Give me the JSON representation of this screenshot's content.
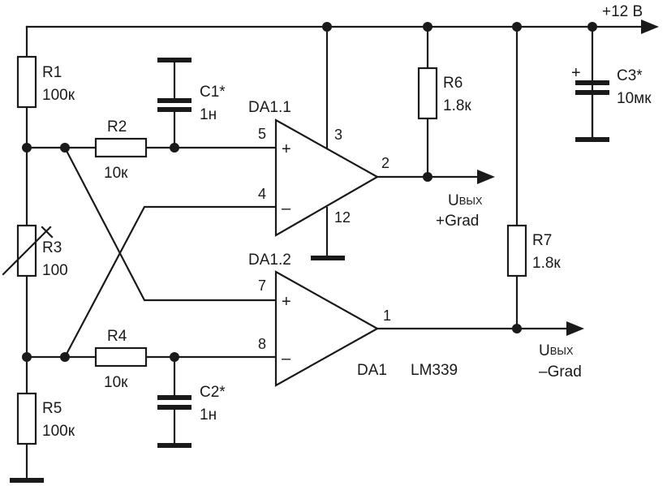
{
  "supply": {
    "label": "+12 В"
  },
  "components": {
    "R1": {
      "ref": "R1",
      "value": "100к"
    },
    "R2": {
      "ref": "R2",
      "value": "10к"
    },
    "R3": {
      "ref": "R3",
      "value": "100"
    },
    "R4": {
      "ref": "R4",
      "value": "10к"
    },
    "R5": {
      "ref": "R5",
      "value": "100к"
    },
    "R6": {
      "ref": "R6",
      "value": "1.8к"
    },
    "R7": {
      "ref": "R7",
      "value": "1.8к"
    },
    "C1": {
      "ref": "C1*",
      "value": "1н"
    },
    "C2": {
      "ref": "C2*",
      "value": "1н"
    },
    "C3": {
      "ref": "C3*",
      "value": "10мк",
      "polarity": "+"
    }
  },
  "opamps": {
    "DA1_1": {
      "label": "DA1.1",
      "pin_plus": "5",
      "pin_minus": "4",
      "pin_out": "2",
      "pin_vcc": "3",
      "pin_gnd": "12",
      "plus_sign": "+",
      "minus_sign": "–"
    },
    "DA1_2": {
      "label": "DA1.2",
      "pin_plus": "7",
      "pin_minus": "8",
      "pin_out": "1",
      "plus_sign": "+",
      "minus_sign": "–"
    }
  },
  "chip": {
    "ref": "DA1",
    "part": "LM339"
  },
  "outputs": {
    "plus": {
      "symbol": "U",
      "subscript": "ВЫХ",
      "name": "+Grad"
    },
    "minus": {
      "symbol": "U",
      "subscript": "ВЫХ",
      "name": "–Grad"
    }
  }
}
